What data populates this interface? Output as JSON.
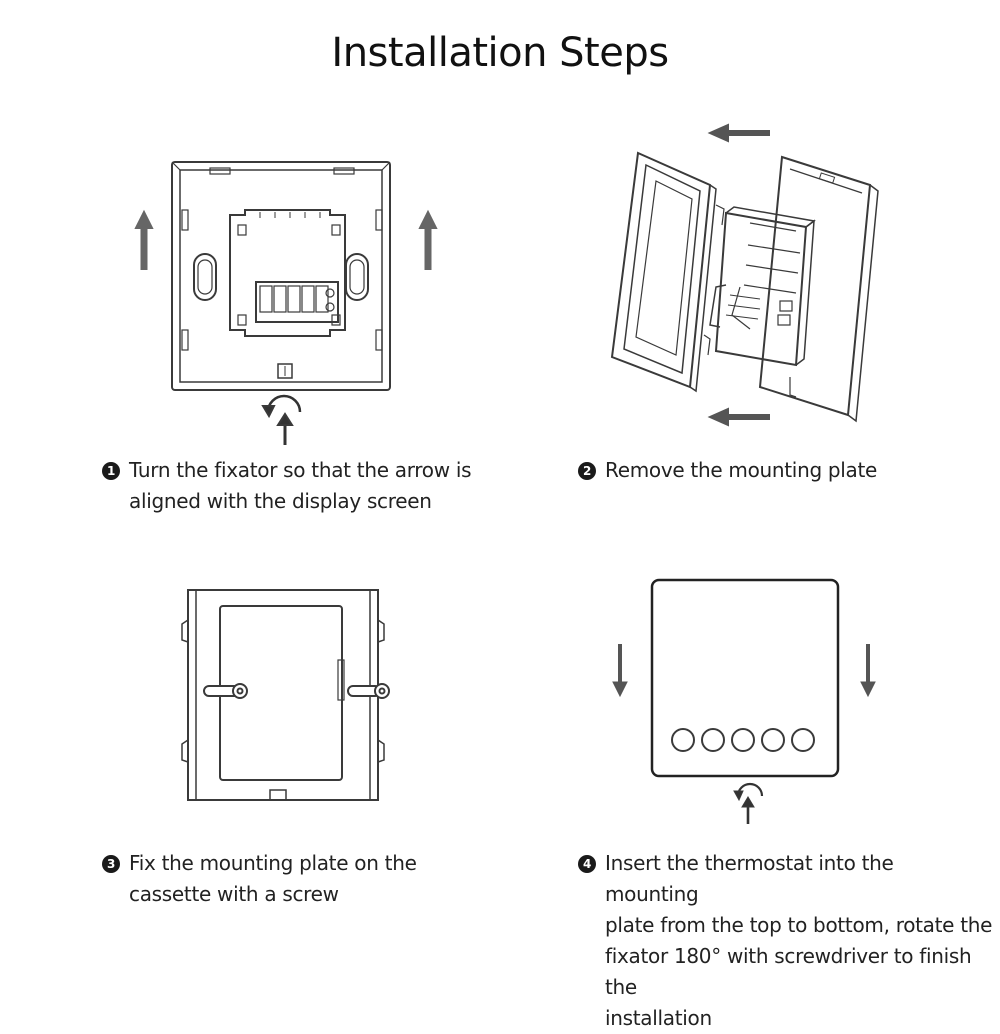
{
  "title": "Installation Steps",
  "steps": [
    {
      "number": "1",
      "text": "Turn the fixator so that the arrow is\naligned with the display screen"
    },
    {
      "number": "2",
      "text": "Remove the mounting plate"
    },
    {
      "number": "3",
      "text": "Fix the mounting plate on the\ncassette with a screw"
    },
    {
      "number": "4",
      "text": "Insert the thermostat into the mounting\nplate from the top to bottom, rotate the\nfixator 180° with screwdriver to finish the\ninstallation"
    }
  ],
  "colors": {
    "line": "#3a3a3a",
    "arrow": "#555555",
    "text": "#222222"
  }
}
